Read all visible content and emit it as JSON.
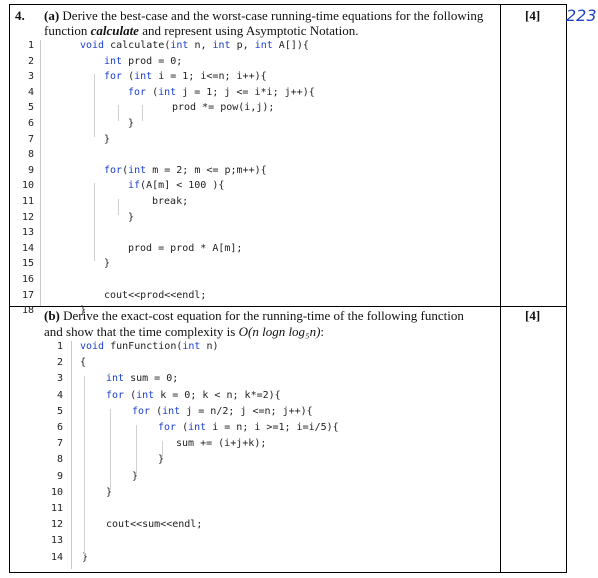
{
  "question": {
    "number": "4.",
    "part_a": {
      "label": "(a)",
      "line1": "Derive the best-case and the worst-case running-time equations for the following",
      "line2_pre": "function ",
      "line2_em": "calculate",
      "line2_post": " and represent using Asymptotic Notation.",
      "marks": "[4]"
    },
    "part_b": {
      "label": "(b)",
      "line1": "Derive the exact-cost equation for the running-time of the following function",
      "line2_pre": "and show that the time complexity is ",
      "line2_em": "O(n logn log₅n)",
      "line2_post": ":",
      "marks": "[4]"
    }
  },
  "handwritten_note": "223",
  "code_a": {
    "line_numbers": [
      "1",
      "2",
      "3",
      "4",
      "5",
      "6",
      "7",
      "8",
      "9",
      "10",
      "11",
      "12",
      "13",
      "14",
      "15",
      "16",
      "17",
      "18"
    ],
    "lines": [
      "void calculate(int n, int p, int A[]){",
      "int prod = 0;",
      "for (int i = 1; i<=n; i++){",
      "for (int j = 1; j <= i*i; j++){",
      "prod *= pow(i,j);",
      "}",
      "}",
      "",
      "for(int m = 2; m <= p;m++){",
      "if(A[m] < 100 ){",
      "break;",
      "}",
      "",
      "prod = prod * A[m];",
      "}",
      "",
      "cout<<prod<<endl;",
      "}"
    ]
  },
  "code_b": {
    "line_numbers": [
      "1",
      "2",
      "3",
      "4",
      "5",
      "6",
      "7",
      "8",
      "9",
      "10",
      "11",
      "12",
      "13",
      "14"
    ],
    "lines": [
      "void funFunction(int n)",
      "{",
      "int sum = 0;",
      "for (int k = 0; k < n; k*=2){",
      "for (int j = n/2; j <=n; j++){",
      "for (int i = n; i >=1; i=i/5){",
      "sum += (i+j+k);",
      "}",
      "}",
      "}",
      "",
      "cout<<sum<<endl;",
      "",
      "}"
    ]
  }
}
